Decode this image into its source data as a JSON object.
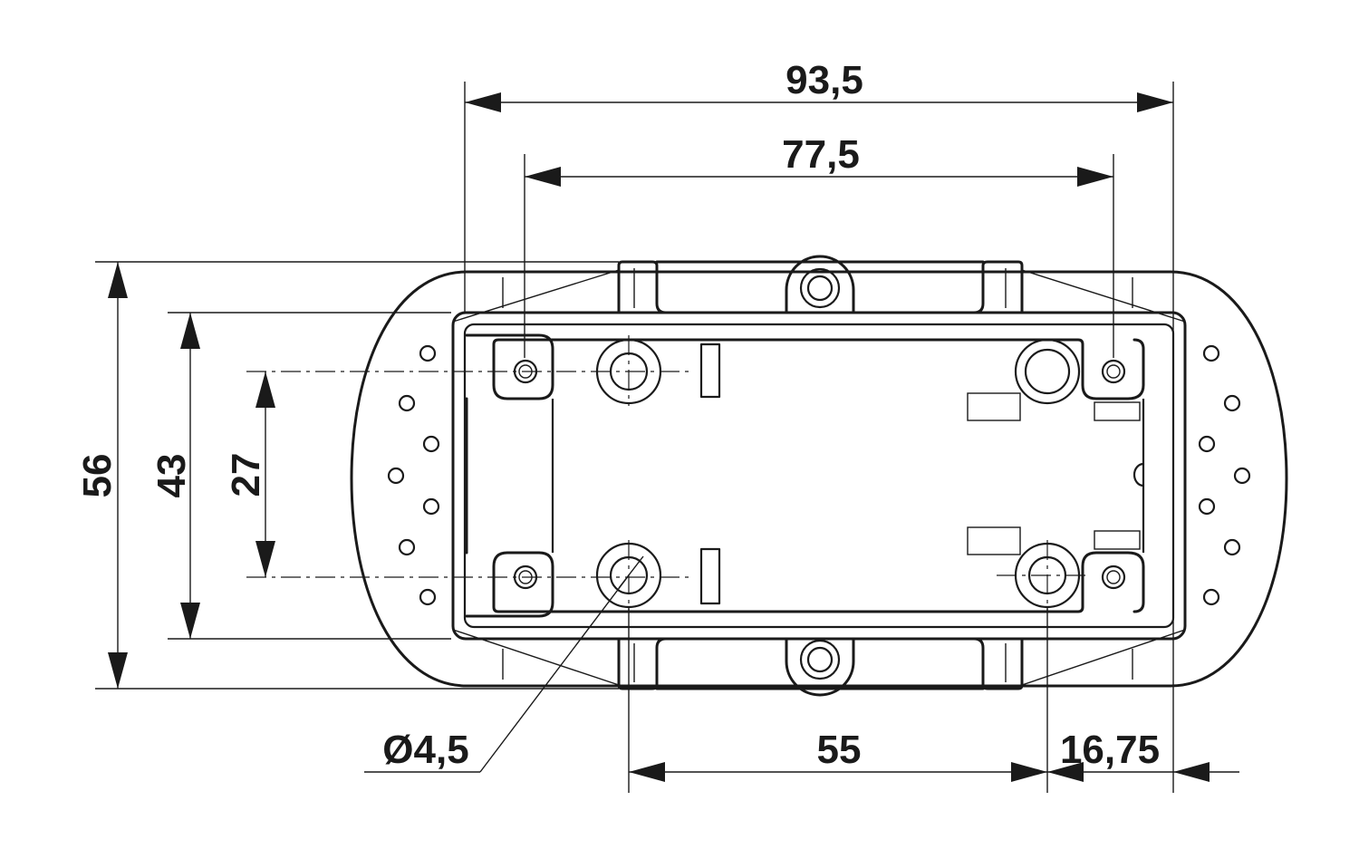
{
  "drawing": {
    "dimensions": {
      "overall_width": "93,5",
      "hole_spacing_width": "77,5",
      "overall_height": "56",
      "inner_height": "43",
      "hole_spacing_height": "27",
      "hole_diameter": "Ø4,5",
      "frame_width": "55",
      "flange_offset": "16,75"
    }
  }
}
